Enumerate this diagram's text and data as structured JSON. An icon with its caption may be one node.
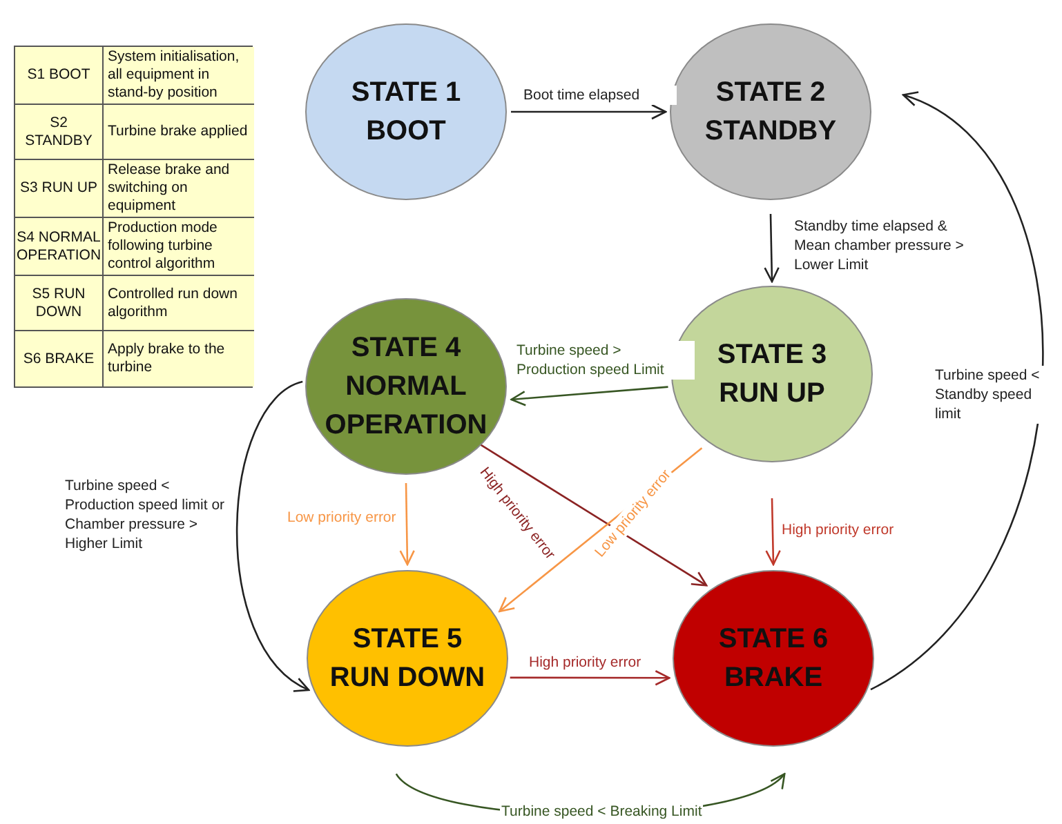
{
  "diagram": {
    "nodes": [
      {
        "text": [
          "STATE 1",
          "BOOT"
        ]
      },
      {
        "text": [
          "STATE 2",
          "STANDBY"
        ]
      },
      {
        "text": [
          "STATE 3",
          "RUN UP"
        ]
      },
      {
        "text": [
          "STATE 4",
          "NORMAL OPERATION"
        ]
      },
      {
        "text": [
          "STATE 5",
          "RUN DOWN"
        ]
      },
      {
        "text": [
          "STATE 6",
          "BRAKE"
        ]
      }
    ],
    "edges": [
      {
        "from": 0,
        "to": 1,
        "arrow": "to",
        "label": "Boot time elapsed"
      },
      {
        "from": 1,
        "to": 2,
        "arrow": "to",
        "label": "Standby time elapsed & Mean chamber pressure > Lower Limit"
      },
      {
        "from": 2,
        "to": 3,
        "arrow": "to",
        "label": "Turbine speed > Production speed Limit",
        "color": "#375623"
      },
      {
        "from": 3,
        "to": 4,
        "arrow": "to",
        "label": "Low priority error",
        "color": "#f79646"
      },
      {
        "from": 3,
        "to": 5,
        "arrow": "to",
        "label": "High priority error",
        "color": "#8b2323"
      },
      {
        "from": 2,
        "to": 4,
        "arrow": "to",
        "label": "Low priority error",
        "color": "#f79646"
      },
      {
        "from": 2,
        "to": 5,
        "arrow": "to",
        "label": "High priority error",
        "color": "#c0392b"
      },
      {
        "from": 4,
        "to": 5,
        "arrow": "to",
        "label": "High priority error",
        "color": "#a52a2a"
      },
      {
        "from": 3,
        "to": 4,
        "arrow": "to",
        "label": "Turbine speed < Production speed limit or Chamber pressure > Higher Limit"
      },
      {
        "from": 4,
        "to": 5,
        "arrow": "to",
        "label": "Turbine speed < Breaking Limit",
        "color": "#375623"
      },
      {
        "from": 5,
        "to": 1,
        "arrow": "to",
        "label": "Turbine speed < Standby speed limit"
      }
    ],
    "labels": [
      "S1 BOOT",
      "System initialisation, all equipment in stand-by position",
      "S2 STANDBY",
      "Turbine brake applied",
      "S3 RUN UP",
      "Release brake and switching on equipment",
      "S4 NORMAL OPERATION",
      "Production mode following turbine control algorithm",
      "S5 RUN DOWN",
      "Controlled run down algorithm",
      "S6 BRAKE",
      "Apply brake to the turbine"
    ]
  }
}
